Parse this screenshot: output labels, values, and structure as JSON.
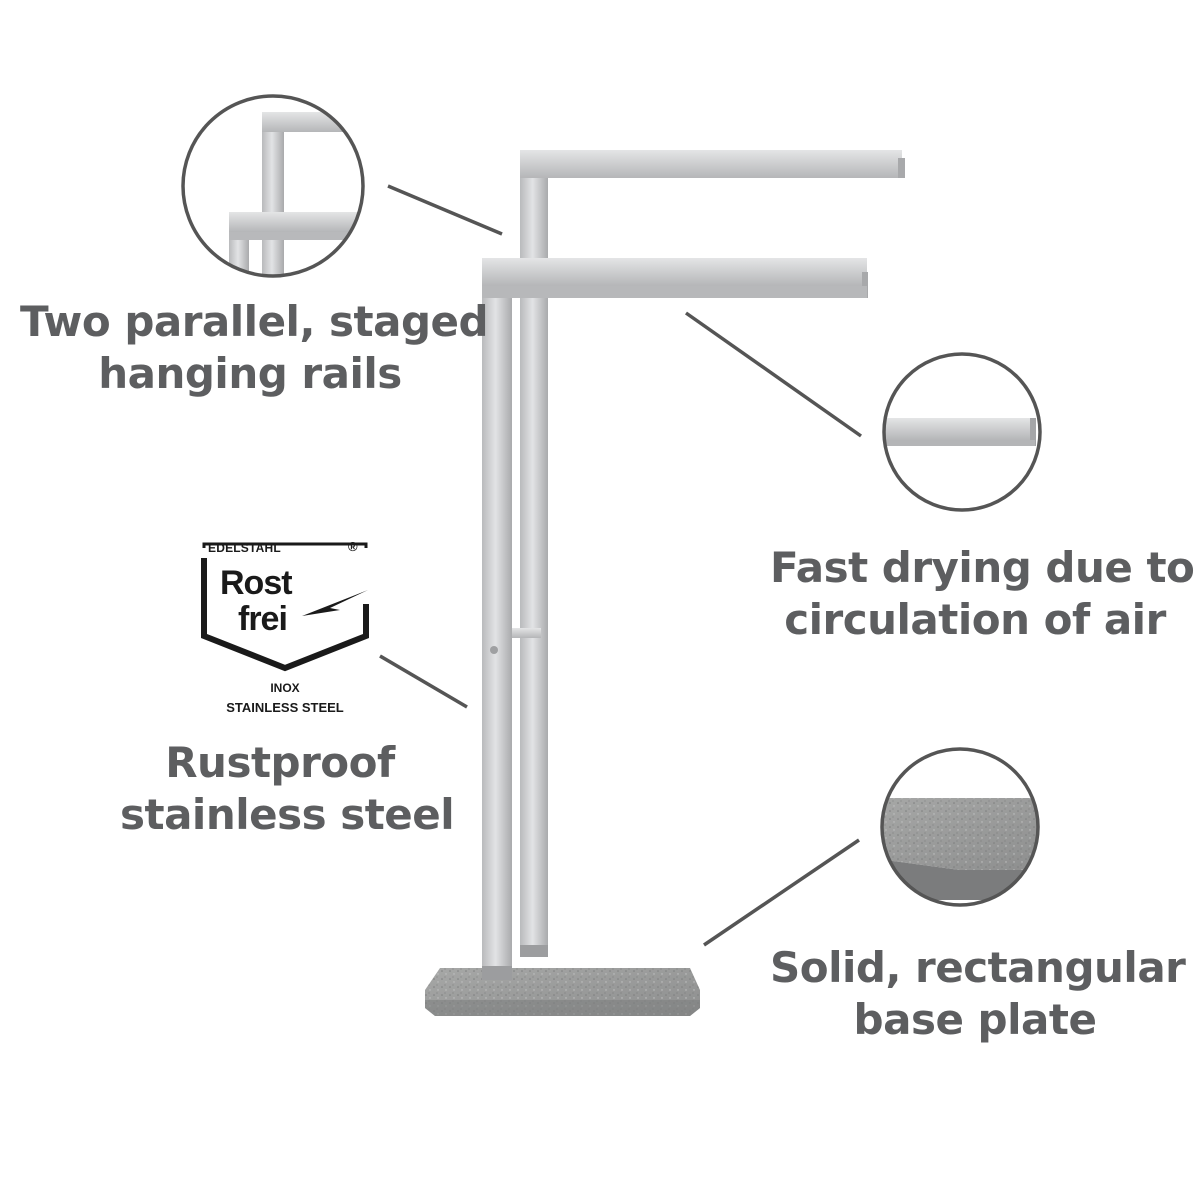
{
  "features": [
    {
      "lines": [
        "Two parallel, staged",
        "hanging rails"
      ]
    },
    {
      "lines": [
        "Fast drying due to",
        "circulation of air"
      ]
    },
    {
      "lines": [
        "Rustproof",
        "stainless steel"
      ]
    },
    {
      "lines": [
        "Solid, rectangular",
        "base plate"
      ]
    }
  ],
  "badge": {
    "top_text": "EDELSTAHL",
    "registered": "®",
    "line1": "Rost",
    "line2": "frei",
    "inox": "INOX",
    "bottom_text": "STAINLESS STEEL"
  },
  "colors": {
    "caption_text": "#5d5e60",
    "steel": "#c9cacc",
    "stone": "#9a9b9b",
    "callout_line": "#555555",
    "badge_ink": "#1a1a1a"
  }
}
